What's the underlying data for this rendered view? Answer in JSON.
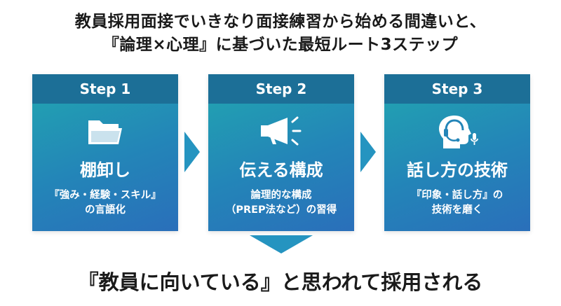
{
  "title": {
    "line1": "教員採用面接でいきなり面接練習から始める間違いと、",
    "line2": "『論理×心理』に基づいた最短ルート3ステップ"
  },
  "steps": [
    {
      "header": "Step 1",
      "icon": "folder-icon",
      "name": "棚卸し",
      "desc_line1": "『強み・経験・スキル』",
      "desc_line2": "の言語化"
    },
    {
      "header": "Step 2",
      "icon": "megaphone-icon",
      "name": "伝える構成",
      "desc_line1": "論理的な構成",
      "desc_line2": "（PREP法など）の習得"
    },
    {
      "header": "Step 3",
      "icon": "headset-person-icon",
      "name": "話し方の技術",
      "desc_line1": "『印象・話し方』の",
      "desc_line2": "技術を磨く"
    }
  ],
  "conclusion": "『教員に向いている』と思われて採用される",
  "colors": {
    "card_gradient_start": "#22a7b0",
    "card_gradient_end": "#2a6fba",
    "card_header": "#1c6f97",
    "arrow": "#2594c0"
  }
}
